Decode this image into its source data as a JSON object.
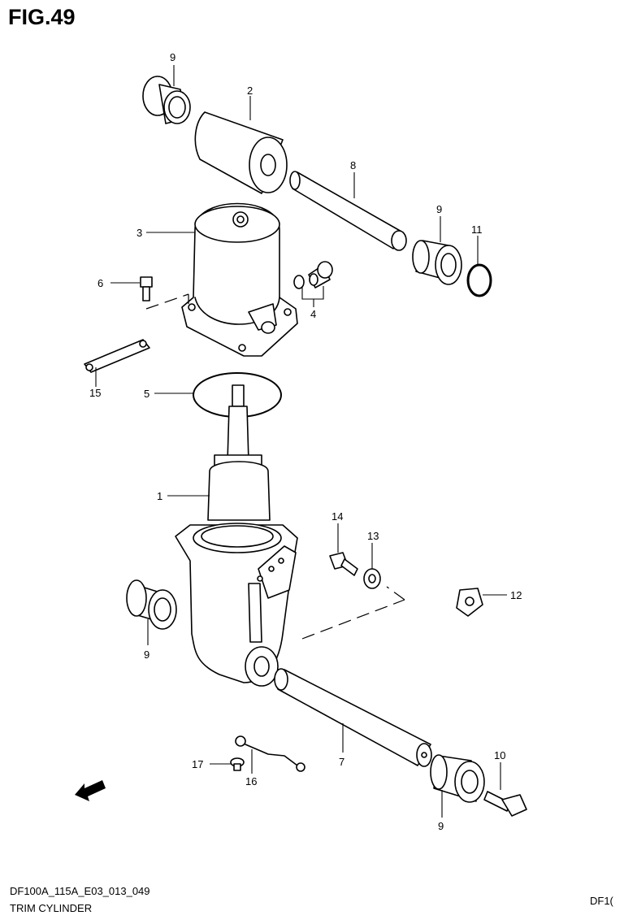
{
  "figure": {
    "title": "FIG.49"
  },
  "callouts": {
    "c1": "1",
    "c2": "2",
    "c3": "3",
    "c4": "4",
    "c5": "5",
    "c6": "6",
    "c7": "7",
    "c8": "8",
    "c9a": "9",
    "c9b": "9",
    "c9c": "9",
    "c9d": "9",
    "c10": "10",
    "c11": "11",
    "c12": "12",
    "c13": "13",
    "c14": "14",
    "c15": "15",
    "c16": "16",
    "c17": "17"
  },
  "fwd_marker": {
    "label": "FWD",
    "icon": "fwd-arrow-icon"
  },
  "footer": {
    "code": "DF100A_115A_E03_013_049",
    "caption": "TRIM CYLINDER",
    "model": "DF1("
  }
}
